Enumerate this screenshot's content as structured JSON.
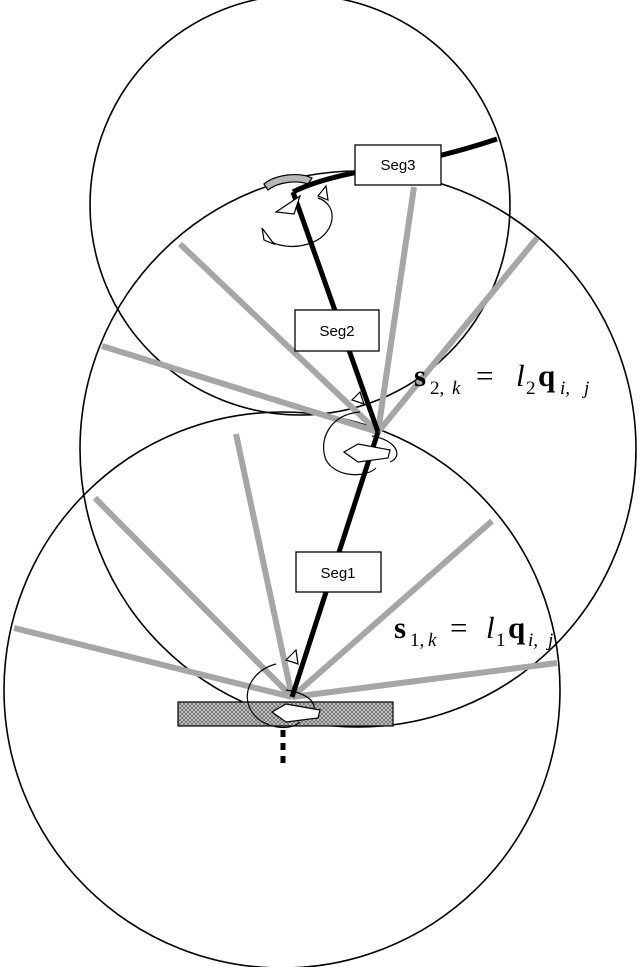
{
  "segments": [
    {
      "id": "seg1",
      "label": "Seg1"
    },
    {
      "id": "seg2",
      "label": "Seg2"
    },
    {
      "id": "seg3",
      "label": "Seg3"
    }
  ],
  "equations": {
    "eq1": {
      "s": "s",
      "s_sub": "1,",
      "s_k": "k",
      "eq": "=",
      "l": "l",
      "l_sub": "1",
      "q": "q",
      "q_sub": "i,",
      "q_j": "j"
    },
    "eq2": {
      "s": "s",
      "s_sub": "2,",
      "s_k": "k",
      "eq": "=",
      "l": "l",
      "l_sub": "2",
      "q": "q",
      "q_sub": "i,",
      "q_j": "j"
    }
  },
  "colors": {
    "circle": "#000000",
    "segment_line": "#000000",
    "sample_ray": "#a6a6a6",
    "base_fill": "#c8c8c8"
  }
}
